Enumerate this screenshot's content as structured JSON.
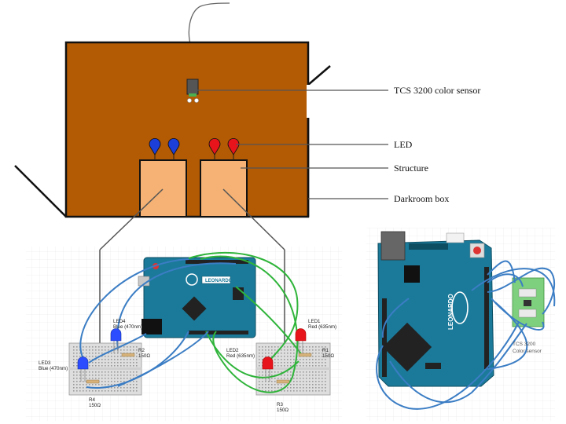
{
  "callouts": {
    "sensor": "TCS 3200 color sensor",
    "led": "LED",
    "structure": "Structure",
    "darkroom": "Darkroom box"
  },
  "left_circuit": {
    "board_text": "LEONARDO",
    "led1": "LED1",
    "led1_spec": "Red (635nm)",
    "led2": "LED2",
    "led2_spec": "Red (635nm)",
    "led3": "LED3",
    "led3_spec": "Blue (470nm)",
    "led4": "LED4",
    "led4_spec": "Blue (470nm)",
    "r1": "R1",
    "r1_val": "150Ω",
    "r2": "R2",
    "r2_val": "150Ω",
    "r3": "R3",
    "r3_val": "150Ω",
    "r4": "R4",
    "r4_val": "150Ω"
  },
  "right_circuit": {
    "board_text": "LEONARDO",
    "sensor_label": "TCS 3200",
    "sensor_label2": "Color sensor"
  },
  "colors": {
    "box": "#b35a04",
    "structure": "#f5b274",
    "arduino": "#1b7a9a",
    "wire_blue": "#3b7dc4",
    "wire_green": "#2fb43a",
    "led_red": "#e8141b",
    "led_blue": "#1b3fd8"
  }
}
